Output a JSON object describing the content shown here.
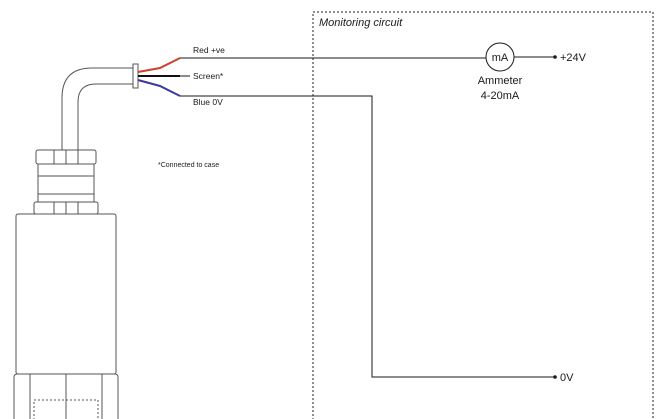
{
  "monitoring_circuit": {
    "title": "Monitoring circuit"
  },
  "wires": {
    "red_label": "Red +ve",
    "screen_label": "Screen*",
    "blue_label": "Blue 0V",
    "red_color": "#d0402a",
    "blue_color": "#3a3aa0",
    "screen_color": "#111111"
  },
  "footnote": "*Connected to case",
  "ammeter": {
    "symbol": "mA",
    "name": "Ammeter",
    "range": "4-20mA"
  },
  "supply": {
    "positive": "+24V",
    "zero": "0V"
  },
  "colors": {
    "line": "#1a1a1a",
    "body_outline": "#555555"
  }
}
